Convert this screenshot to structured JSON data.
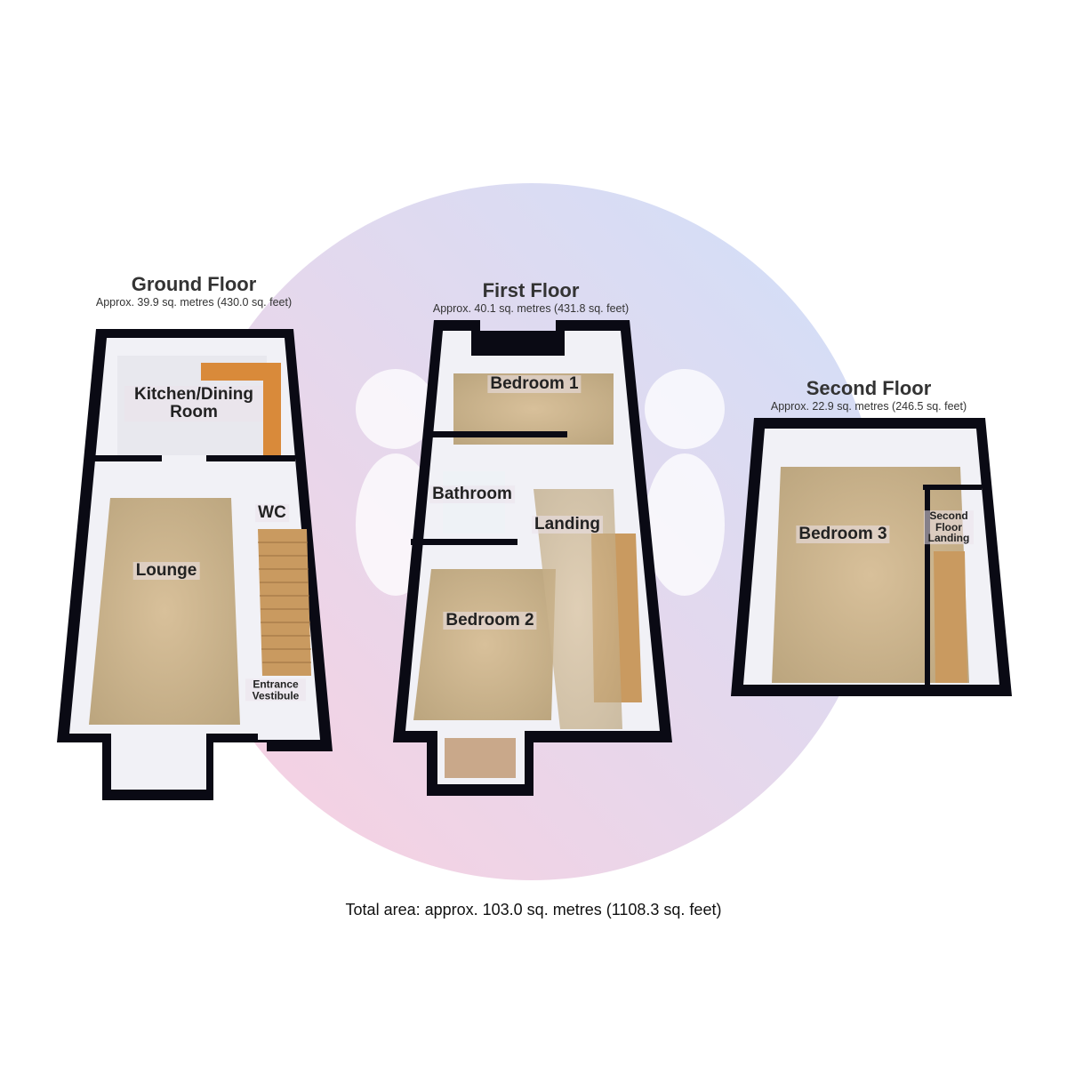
{
  "floors": [
    {
      "name": "Ground Floor",
      "area": "Approx. 39.9 sq. metres (430.0 sq. feet)",
      "rooms": [
        "Kitchen/Dining Room",
        "Lounge",
        "WC",
        "Entrance Vestibule"
      ]
    },
    {
      "name": "First Floor",
      "area": "Approx. 40.1 sq. metres (431.8 sq. feet)",
      "rooms": [
        "Bedroom 1",
        "Bathroom",
        "Landing",
        "Bedroom 2"
      ]
    },
    {
      "name": "Second Floor",
      "area": "Approx. 22.9 sq. metres (246.5 sq. feet)",
      "rooms": [
        "Bedroom 3",
        "Second Floor Landing"
      ]
    }
  ],
  "total": "Total area: approx. 103.0 sq. metres (1108.3 sq. feet)",
  "colors": {
    "wall": "#0a0a14",
    "carpet": "#cdb48c",
    "inner_wall": "#f4f4f8",
    "circle_pink": "#f6c6dc",
    "circle_blue": "#c8dcf8"
  }
}
